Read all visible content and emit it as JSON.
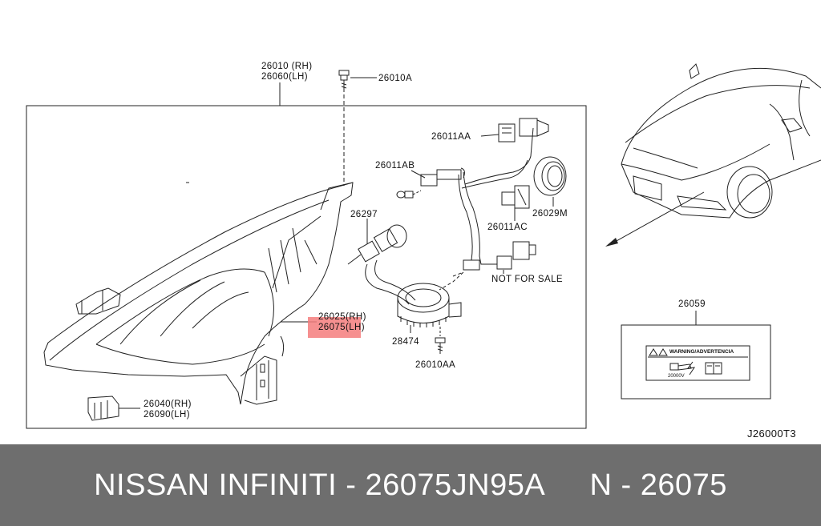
{
  "labels": {
    "housing_rh": "26010 (RH)",
    "housing_lh": "26060(LH)",
    "screw_top": "26010A",
    "bulb_aa": "26011AA",
    "bulb_ab": "26011AB",
    "bulb_ac": "26011AC",
    "bulb_hid": "26297",
    "cap": "26029M",
    "not_for_sale": "NOT FOR SALE",
    "lens_rh": "26025(RH)",
    "lens_lh": "26075(LH)",
    "ballast": "28474",
    "screw_bottom": "26010AA",
    "bracket_rh": "26040(RH)",
    "bracket_lh": "26090(LH)",
    "label_part": "26059",
    "warning_text": "WARNING/ADVERTENCIA",
    "voltage": "20000V",
    "diagram_code": "J26000T3"
  },
  "footer": {
    "brand": "NISSAN INFINITI - 26075JN95A",
    "part": "N - 26075"
  },
  "colors": {
    "highlight": "#f47c7c",
    "footer_bg": "#6e6e6e"
  }
}
